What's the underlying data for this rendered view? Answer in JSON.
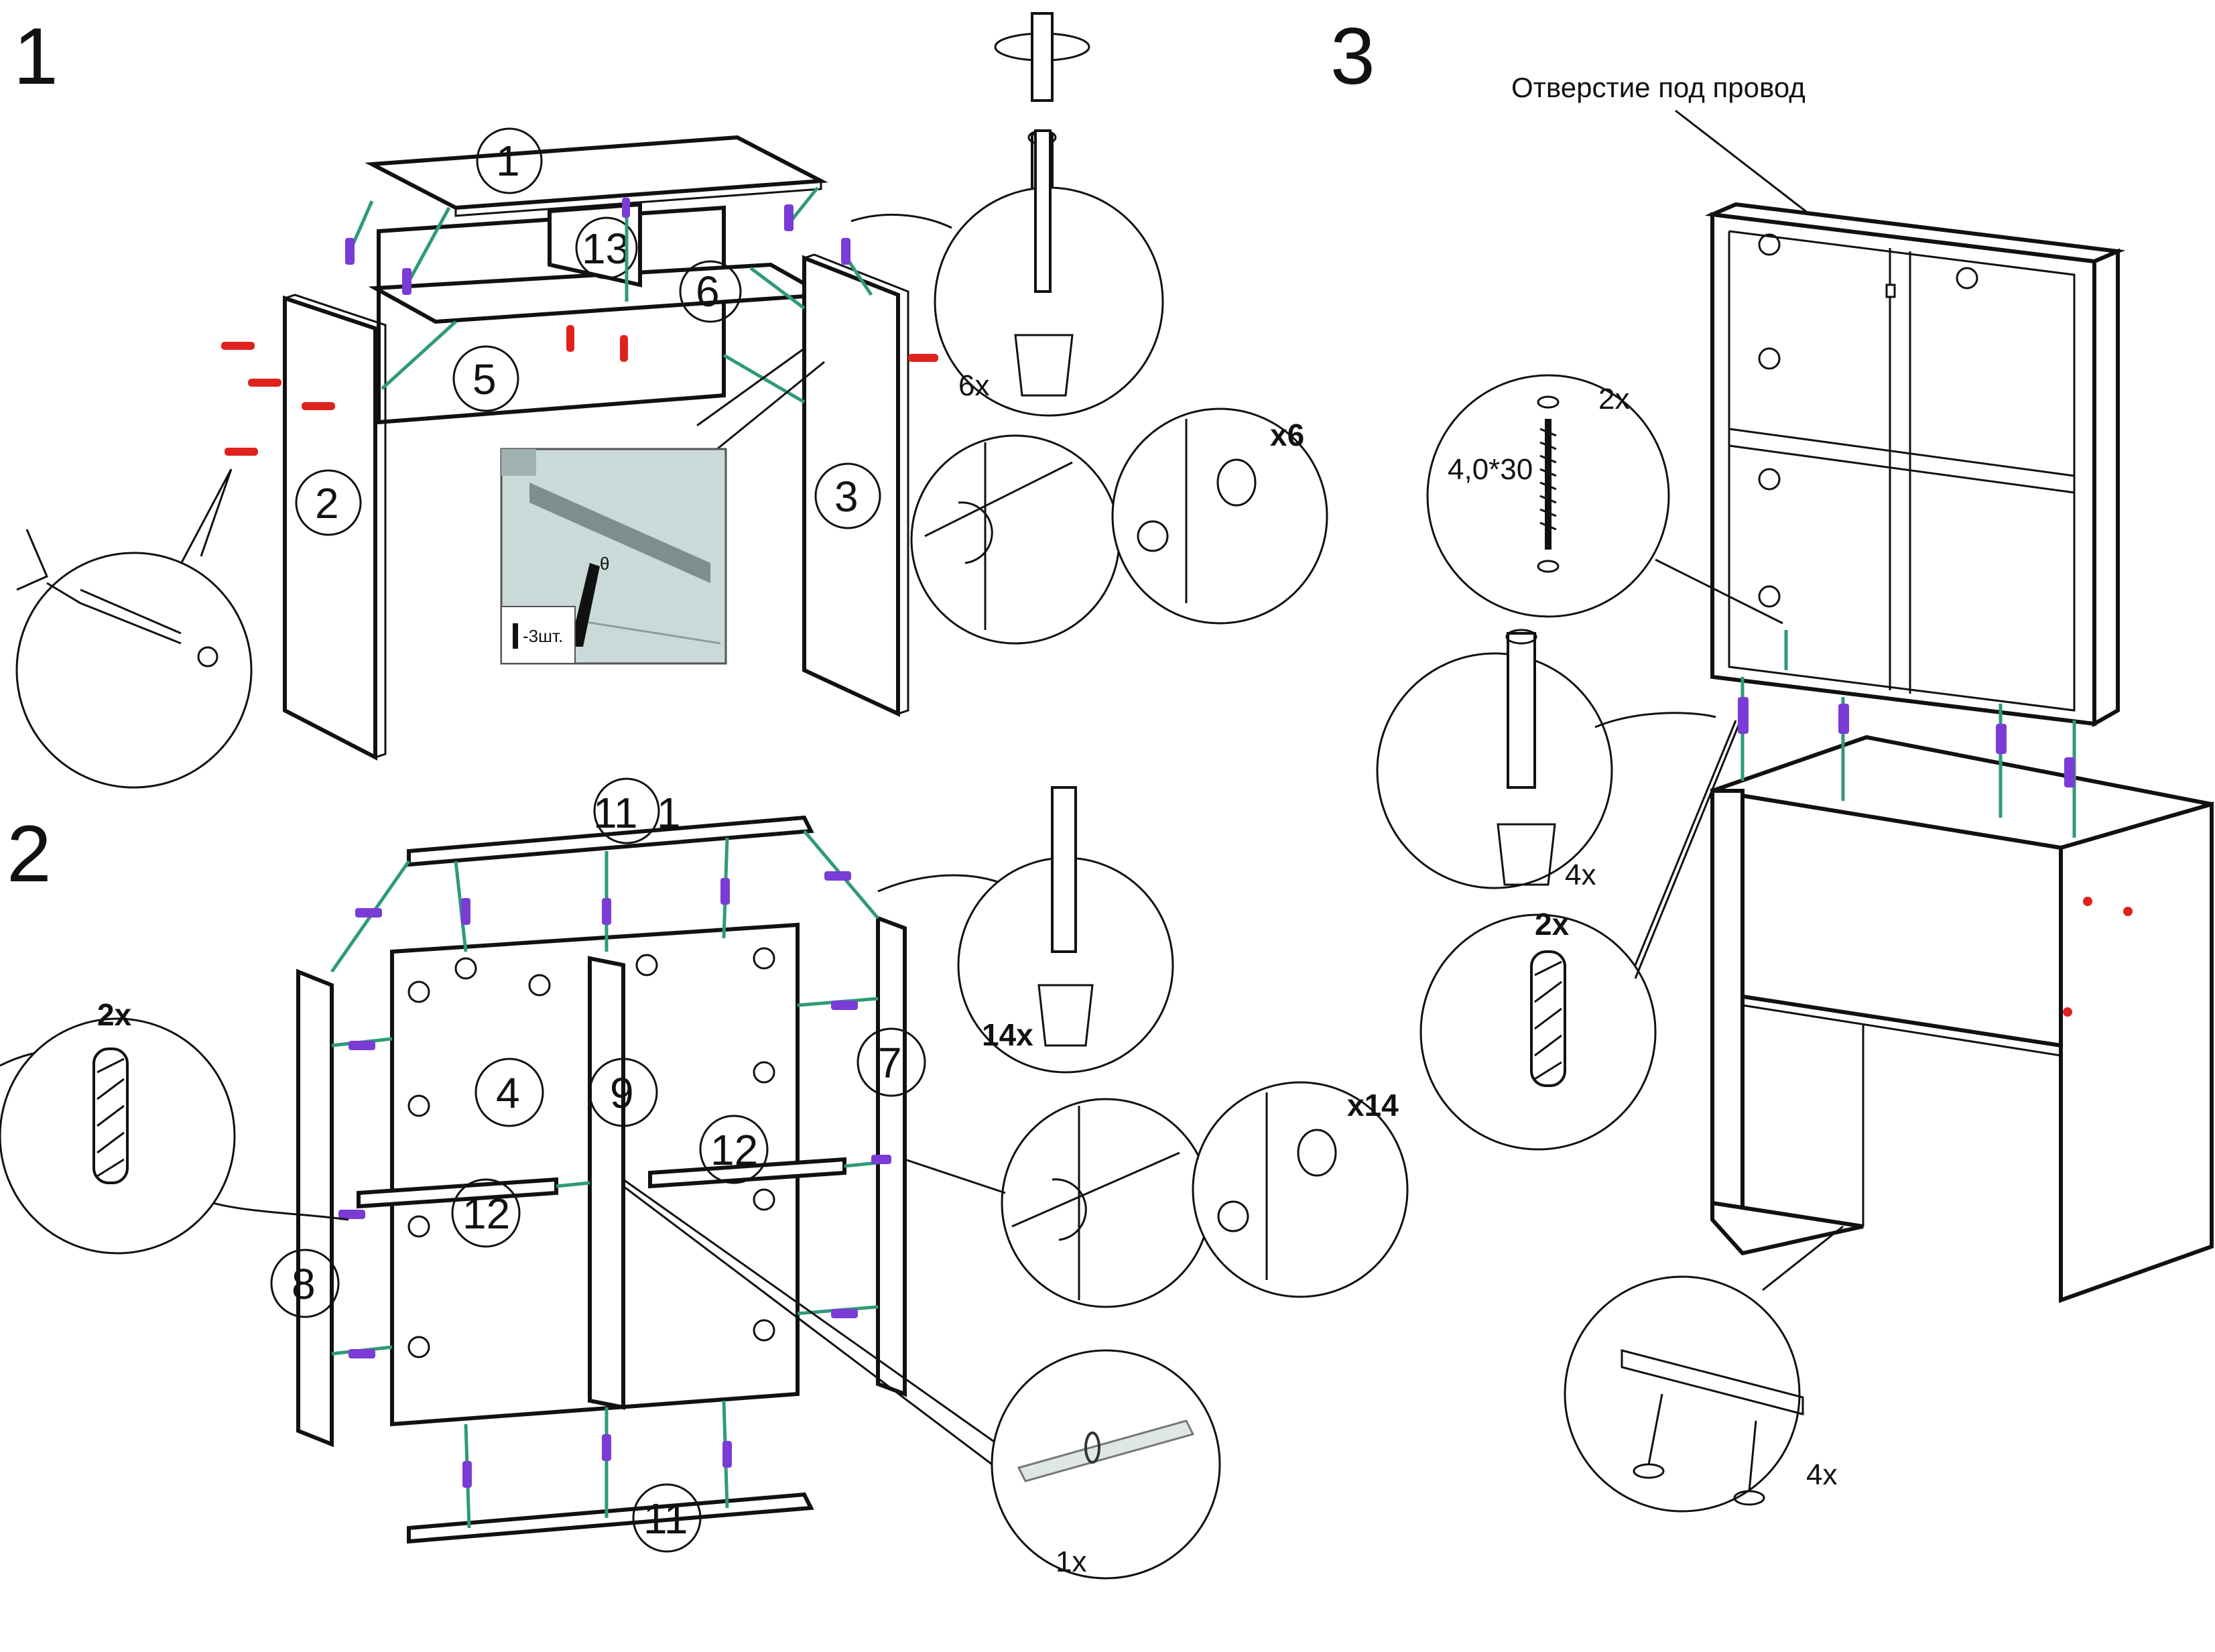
{
  "step1": {
    "number": "1",
    "parts": [
      "1",
      "2",
      "3",
      "5",
      "6",
      "13"
    ],
    "cam_bolt_qty": "6x",
    "cam_lock_qty": "x6",
    "screw_note": "-3шт.",
    "angle_label": "θ"
  },
  "step2": {
    "number": "2",
    "parts": [
      "11",
      "1",
      "4",
      "9",
      "7",
      "12",
      "12",
      "8",
      "11"
    ],
    "dowel_qty": "2x",
    "cam_bolt_qty": "14x",
    "cam_lock_qty": "x14",
    "double_pin_qty": "1x"
  },
  "step3": {
    "number": "3",
    "wire_hole_label": "Отверстие под провод",
    "screw_qty": "2x",
    "screw_size": "4,0*30",
    "cam_bolt_qty": "4x",
    "dowel_qty": "2x",
    "glide_qty": "4x"
  },
  "colors": {
    "connector_line": "#2e9a7a",
    "cam_bolt": "#7a3bd6",
    "dowel": "#e0221e"
  }
}
